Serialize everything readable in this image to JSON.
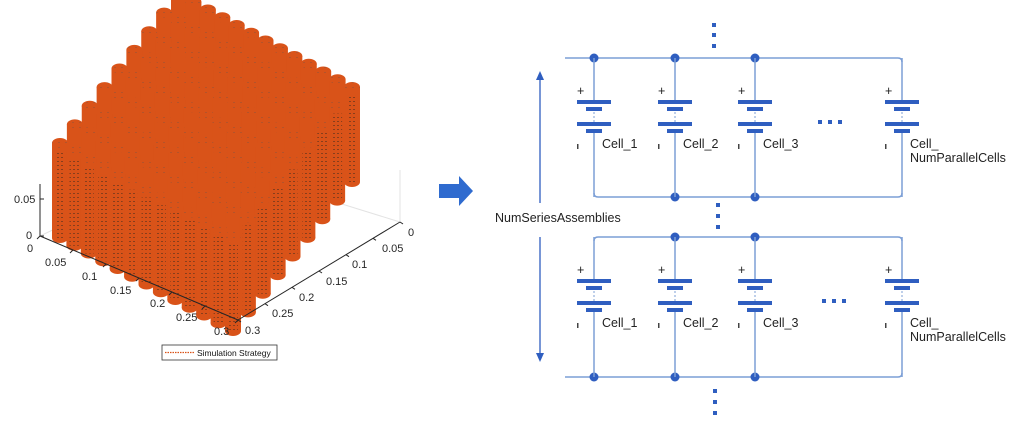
{
  "plot": {
    "title": "",
    "type": "3d-cylinder-array",
    "z_axis": {
      "ticks": [
        "0",
        "0.05"
      ]
    },
    "x_axis": {
      "ticks": [
        "0",
        "0.05",
        "0.1",
        "0.15",
        "0.2",
        "0.25",
        "0.3"
      ]
    },
    "y_axis": {
      "ticks": [
        "0",
        "0.05",
        "0.1",
        "0.15",
        "0.2",
        "0.25",
        "0.3"
      ]
    },
    "legend": {
      "label": "Simulation Strategy",
      "placement": "bottom"
    },
    "colors": {
      "cylinder": "#D95319",
      "axis": "#262626",
      "grid": "#e6e6e6"
    }
  },
  "arrow": {
    "icon": "right-arrow-icon",
    "color": "#2F6BCF"
  },
  "circuit": {
    "colors": {
      "wire": "#7C9FD6",
      "battery": "#2F5EC0",
      "node": "#2F5EC0",
      "dots": "#2F5EC0"
    },
    "series_label": "NumSeriesAssemblies",
    "assemblies": [
      {
        "cells": [
          {
            "label": "Cell_1",
            "plus": "+",
            "minus": "-"
          },
          {
            "label": "Cell_2",
            "plus": "+",
            "minus": "-"
          },
          {
            "label": "Cell_3",
            "plus": "+",
            "minus": "-"
          },
          {
            "label_line1": "Cell_",
            "label_line2": "NumParallelCells",
            "plus": "+",
            "minus": "-"
          }
        ],
        "ellipsis": "..."
      },
      {
        "cells": [
          {
            "label": "Cell_1",
            "plus": "+",
            "minus": "-"
          },
          {
            "label": "Cell_2",
            "plus": "+",
            "minus": "-"
          },
          {
            "label": "Cell_3",
            "plus": "+",
            "minus": "-"
          },
          {
            "label_line1": "Cell_",
            "label_line2": "NumParallelCells",
            "plus": "+",
            "minus": "-"
          }
        ],
        "ellipsis": "..."
      }
    ]
  }
}
